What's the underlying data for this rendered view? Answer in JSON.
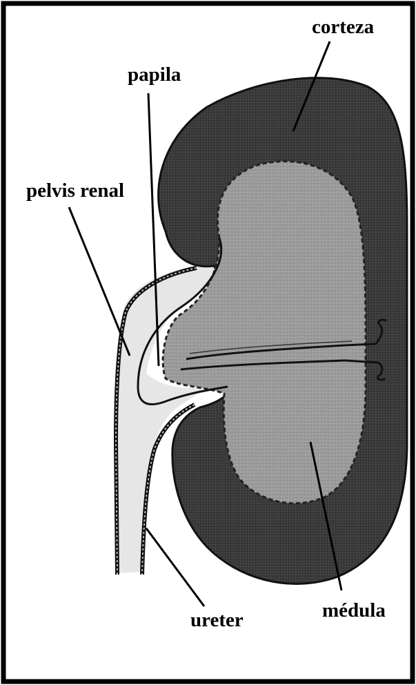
{
  "labels": {
    "corteza": "corteza",
    "papila": "papila",
    "pelvis_renal": "pelvis renal",
    "ureter": "ureter",
    "medula": "médula"
  },
  "colors": {
    "frame": "#000000",
    "cortex": "#3a3a3a",
    "medulla": "#9a9a9a",
    "pelvis": "#e6e6e6",
    "outline": "#111111"
  }
}
